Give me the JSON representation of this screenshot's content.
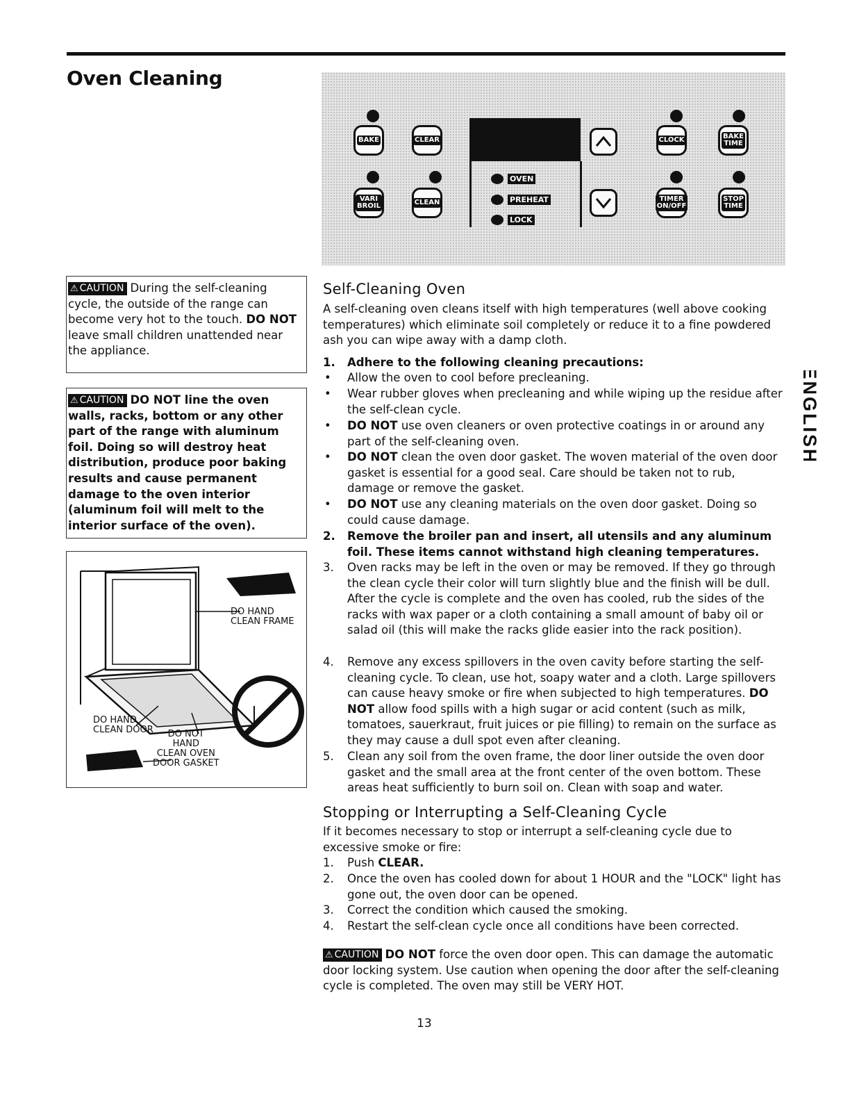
{
  "title": "Oven Cleaning",
  "panel": {
    "bake": "BAKE",
    "clear": "CLEAR",
    "vari_1": "VARI",
    "vari_2": "BROIL",
    "clean": "CLEAN",
    "clock": "CLOCK",
    "bake_time_1": "BAKE",
    "bake_time_2": "TIME",
    "timer_1": "TIMER",
    "timer_2": "ON/OFF",
    "stop_time_1": "STOP",
    "stop_time_2": "TIME",
    "ind_oven": "OVEN",
    "ind_preheat": "PREHEAT",
    "ind_lock": "LOCK"
  },
  "caution_label": "CAUTION",
  "caution1": "During the self-cleaning cycle, the outside of the range can become very hot to the touch.",
  "caution1_bold": "DO NOT",
  "caution1_rest": "leave small children unattended near the appliance.",
  "caution2": "DO NOT line the oven walls, racks, bottom or any other part of the range with aluminum foil. Doing so will destroy heat distribution, produce poor baking results and cause permanent damage to the oven interior (aluminum foil will melt to the interior surface of the oven).",
  "illustration": {
    "label_frame_1": "DO HAND",
    "label_frame_2": "CLEAN FRAME",
    "label_door_1": "DO HAND",
    "label_door_2": "CLEAN DOOR",
    "label_gasket_1": "DO NOT",
    "label_gasket_2": "HAND",
    "label_gasket_3": "CLEAN OVEN",
    "label_gasket_4": "DOOR GASKET"
  },
  "section1": {
    "heading": "Self-Cleaning Oven",
    "intro": "A self-cleaning oven cleans itself with high temperatures (well above cooking temperatures) which eliminate soil completely or reduce it to a fine powdered ash you can wipe away with a damp cloth.",
    "step1": "Adhere to the following cleaning precautions:",
    "b1": "Allow the oven to cool before precleaning.",
    "b2": "Wear rubber gloves when precleaning and while wiping up the residue after the self-clean cycle.",
    "b3_bold": "DO NOT",
    "b3": "use oven cleaners or oven protective coatings in or around any part of the self-cleaning oven.",
    "b4_bold": "DO NOT",
    "b4": "clean the oven door gasket. The woven material of the oven door gasket is essential for a good seal. Care should be taken not to rub, damage or remove the gasket.",
    "b5_bold": "DO NOT",
    "b5": "use any cleaning materials on the oven door gasket. Doing so could cause damage.",
    "step2": "Remove the broiler pan and insert, all utensils and any aluminum foil. These items cannot withstand high cleaning temperatures.",
    "step3": "Oven racks may be left in the oven or may be removed. If they go through the clean cycle their color will turn slightly blue and the finish will be dull. After the cycle is complete and the oven has cooled, rub the sides of the racks with wax paper or a cloth containing a small amount of baby oil or salad oil (this will make the racks glide easier into the rack position).",
    "step4a": "Remove any excess spillovers in the oven cavity before starting the self-cleaning cycle. To clean, use hot, soapy water and a cloth. Large spillovers can cause heavy smoke or fire when subjected to high temperatures.",
    "step4_bold": "DO NOT",
    "step4b": "allow food spills with a high sugar or acid content (such as milk, tomatoes, sauerkraut, fruit juices or pie filling) to remain on the surface as they may cause a dull spot even after cleaning.",
    "step5": "Clean any soil from the oven frame, the door liner outside the oven door gasket and the small area at the front center of the oven bottom. These areas heat sufficiently to burn soil on. Clean with soap and water."
  },
  "section2": {
    "heading": "Stopping or Interrupting a Self-Cleaning Cycle",
    "intro": "If it becomes necessary to stop or interrupt a self-cleaning cycle due to excessive smoke or fire:",
    "s1a": "Push",
    "s1b": "CLEAR.",
    "s2": "Once the oven has cooled down for about 1 HOUR and the \"LOCK\" light has gone out, the oven door can be opened.",
    "s3": "Correct the condition which caused the smoking.",
    "s4": "Restart the self-clean cycle once all conditions have been corrected.",
    "caution_bold": "DO NOT",
    "caution": "force the oven door open. This can damage the automatic door locking system. Use caution when opening the door after the self-cleaning cycle is completed. The oven may still be VERY HOT."
  },
  "nums": [
    "1.",
    "2.",
    "3.",
    "4.",
    "5."
  ],
  "bullet": "•",
  "side_tab": "ENGLISH",
  "page_number": "13"
}
